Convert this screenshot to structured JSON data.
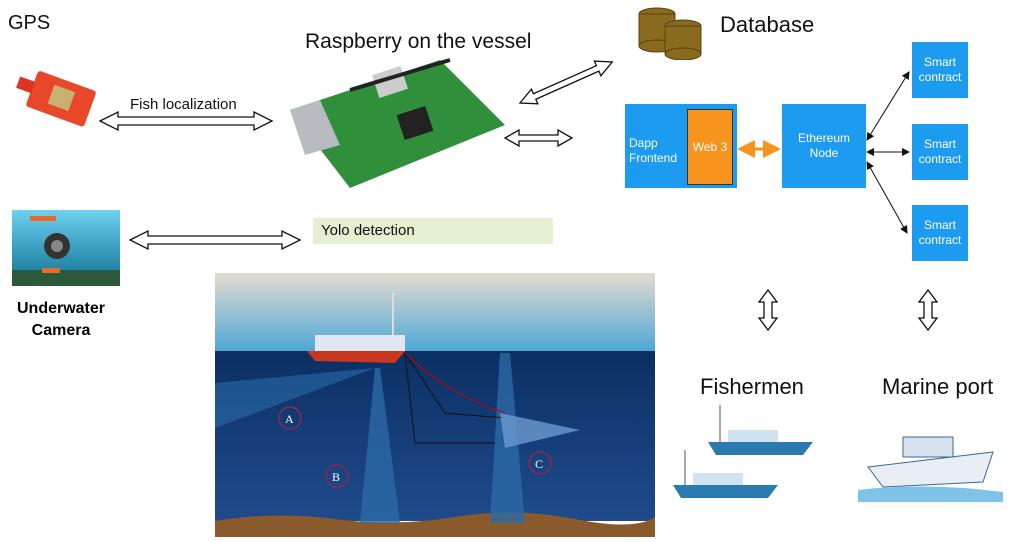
{
  "labels": {
    "gps": "GPS",
    "raspberry": "Raspberry on the vessel",
    "database": "Database",
    "fish_localization": "Fish localization",
    "yolo_detection": "Yolo detection",
    "underwater_camera_line1": "Underwater",
    "underwater_camera_line2": "Camera",
    "fishermen": "Fishermen",
    "marine_port": "Marine port"
  },
  "blockchain": {
    "dapp_line1": "Dapp",
    "dapp_line2": "Frontend",
    "web3": "Web 3",
    "node_line1": "Ethereum",
    "node_line2": "Node",
    "contracts": [
      {
        "line1": "Smart",
        "line2": "contract"
      },
      {
        "line1": "Smart",
        "line2": "contract"
      },
      {
        "line1": "Smart",
        "line2": "contract"
      }
    ]
  },
  "ocean_markers": [
    "A",
    "B",
    "C"
  ],
  "colors": {
    "node_blue": "#1d9bf0",
    "web3_orange": "#f7941d",
    "yolo_bg": "#e4f0d0"
  }
}
